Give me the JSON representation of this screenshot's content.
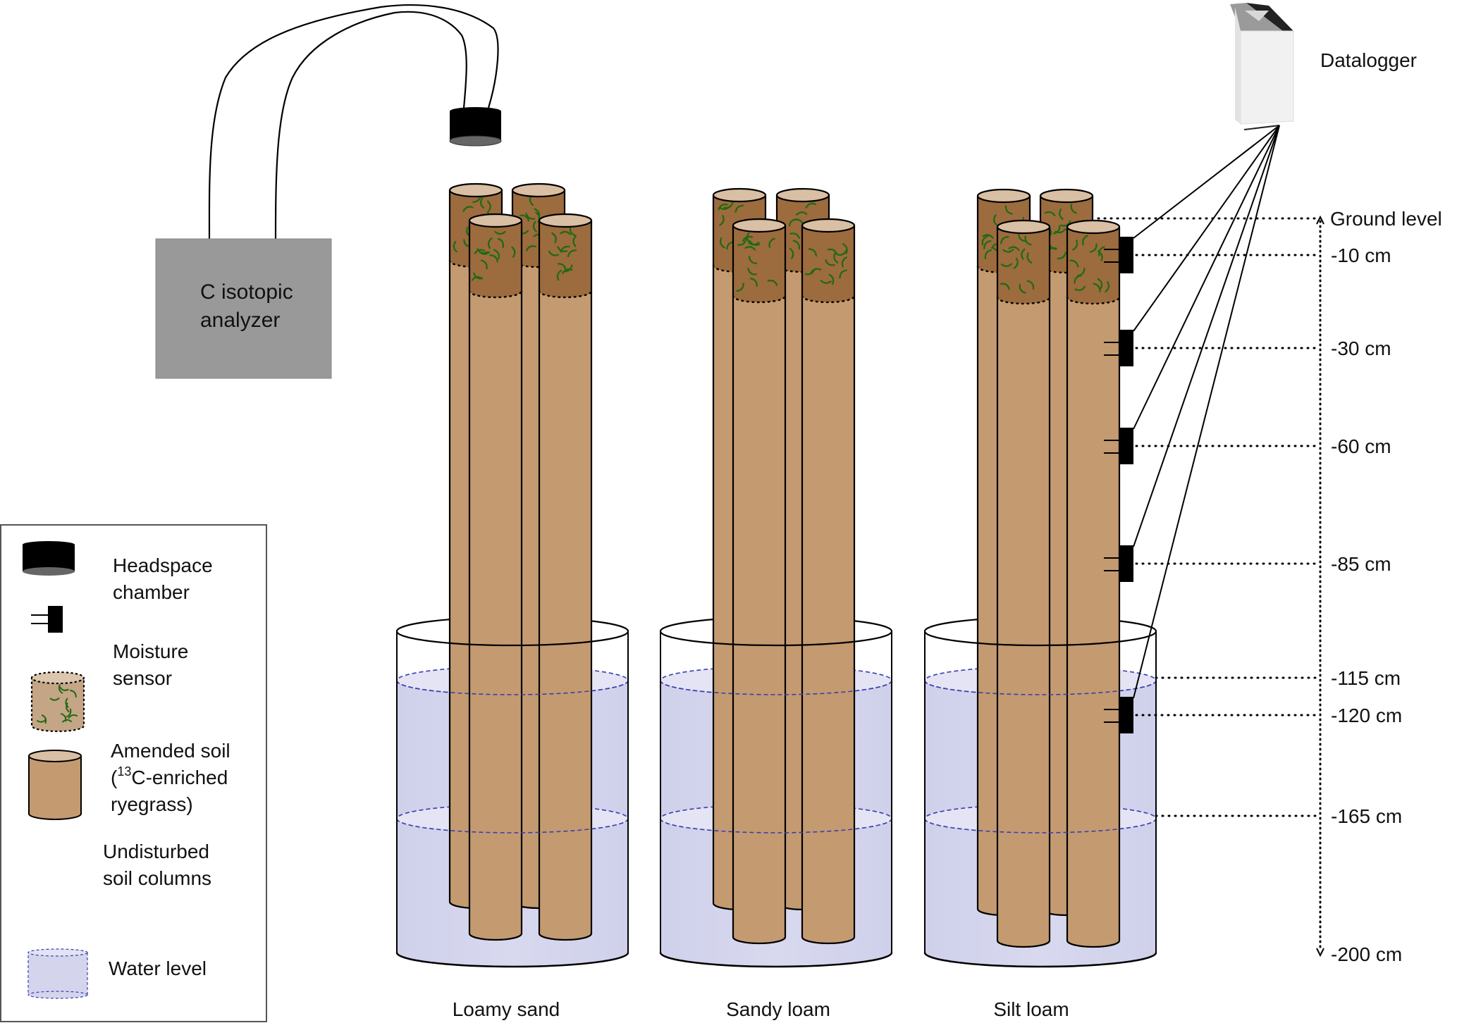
{
  "analyzer": {
    "line1": "C isotopic",
    "line2": "analyzer"
  },
  "datalogger": {
    "label": "Datalogger"
  },
  "depth_axis": {
    "labels": [
      {
        "text": "Ground level",
        "depth_cm": 0
      },
      {
        "text": "-10 cm",
        "depth_cm": 10
      },
      {
        "text": "-30 cm",
        "depth_cm": 30
      },
      {
        "text": "-60 cm",
        "depth_cm": 60
      },
      {
        "text": "-85 cm",
        "depth_cm": 85
      },
      {
        "text": "-115 cm",
        "depth_cm": 115
      },
      {
        "text": "-120 cm",
        "depth_cm": 120
      },
      {
        "text": "-165 cm",
        "depth_cm": 165
      },
      {
        "text": "-200 cm",
        "depth_cm": 200
      }
    ]
  },
  "sensor_depths_cm": [
    10,
    30,
    60,
    85,
    120
  ],
  "water_levels_cm": [
    115,
    165
  ],
  "groups": [
    {
      "label": "Loamy sand"
    },
    {
      "label": "Sandy loam"
    },
    {
      "label": "Silt loam"
    }
  ],
  "legend": {
    "headspace": {
      "line1": "Headspace",
      "line2": "chamber"
    },
    "moisture": {
      "line1": "Moisture",
      "line2": "sensor"
    },
    "amended": {
      "line1": "Amended soil",
      "line2_pre": "(",
      "line2_sup": "13",
      "line2_post": "C-enriched",
      "line3": "ryegrass)"
    },
    "undisturbed": {
      "line1": "Undisturbed",
      "line2": "soil columns"
    },
    "water": {
      "line1": "Water level"
    }
  },
  "colors": {
    "soil": "#c49a70",
    "soil_top": "#d9bfa3",
    "amended": "#9c6b3e",
    "grass": "#1f6a12",
    "water": "#d4d5ec",
    "water_line": "#3a3fb0",
    "analyzer": "#999999"
  }
}
